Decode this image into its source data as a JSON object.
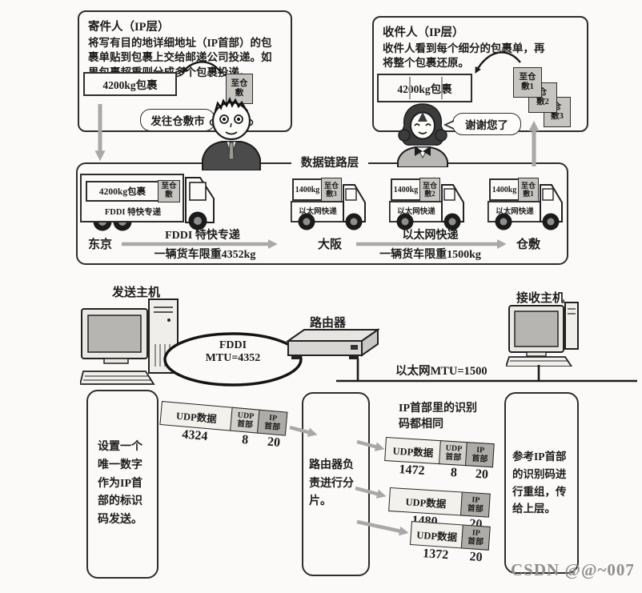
{
  "sender_box": {
    "title": "寄件人（IP层）",
    "body": "将写有目的地详细地址（IP首部）的包裹单贴到包裹上交给邮递公司投递。如果包裹超重则分成多个包裹投递。",
    "package_label": "4200kg包裹",
    "tag": "至仓\n敷",
    "speech": "发往仓敷市"
  },
  "receiver_box": {
    "title": "收件人（IP层）",
    "body": "收件人看到每个细分的包裹单，再将整个包裹还原。",
    "package_label": "4200kg包裹",
    "tags": [
      "至仓\n敷1",
      "仓\n敷2",
      "仓\n敷3"
    ],
    "speech": "谢谢您了"
  },
  "datalink": {
    "label": "数据链路层",
    "fddi_truck": {
      "cargo": "4200kg包裹",
      "tag": "至仓\n敷",
      "service": "FDDI 特快专递"
    },
    "eth_trucks": [
      {
        "cargo": "1400kg",
        "tag": "至仓\n敷3",
        "service": "以太网快递"
      },
      {
        "cargo": "1400kg",
        "tag": "至仓\n敷2",
        "service": "以太网快递"
      },
      {
        "cargo": "1400kg",
        "tag": "至仓\n敷1",
        "service": "以太网快递"
      }
    ],
    "route_fddi": {
      "from": "东京",
      "service": "FDDI 特快专递",
      "limit": "一辆货车限重4352kg"
    },
    "route_eth": {
      "from": "大阪",
      "service": "以太网快递",
      "limit": "一辆货车限重1500kg",
      "to": "仓敷"
    }
  },
  "network": {
    "send_host_label": "发送主机",
    "recv_host_label": "接收主机",
    "router_label": "路由器",
    "fddi_name": "FDDI",
    "fddi_mtu": "MTU=4352",
    "eth_mtu": "以太网MTU=1500"
  },
  "fragmentation": {
    "left_note": "设置一个唯一数字作为IP首部的标识码发送。",
    "middle_note": "路由器负责进行分片。",
    "right_note": "参考IP首部的识别码进行重组，传给上层。",
    "id_note": "IP首部里的识别码都相同",
    "original_packet": {
      "data_label": "UDP数据",
      "data_size": "4324",
      "udp_label": "UDP\n首部",
      "udp_size": "8",
      "ip_label": "IP\n首部",
      "ip_size": "20"
    },
    "fragments": [
      {
        "data_label": "UDP数据",
        "data_size": "1472",
        "udp_label": "UDP\n首部",
        "udp_size": "8",
        "ip_label": "IP\n首部",
        "ip_size": "20"
      },
      {
        "data_label": "UDP数据",
        "data_size": "1480",
        "ip_label": "IP\n首部",
        "ip_size": "20"
      },
      {
        "data_label": "UDP数据",
        "data_size": "1372",
        "ip_label": "IP\n首部",
        "ip_size": "20"
      }
    ]
  },
  "watermark": "CSDN @@~007",
  "colors": {
    "arrow_gray": "#a8a8a8",
    "seg_data": "#f3f1ec",
    "seg_udp": "#d2d0cb",
    "seg_ip": "#aeaca7",
    "tag_bg": "#c7c5c0"
  }
}
